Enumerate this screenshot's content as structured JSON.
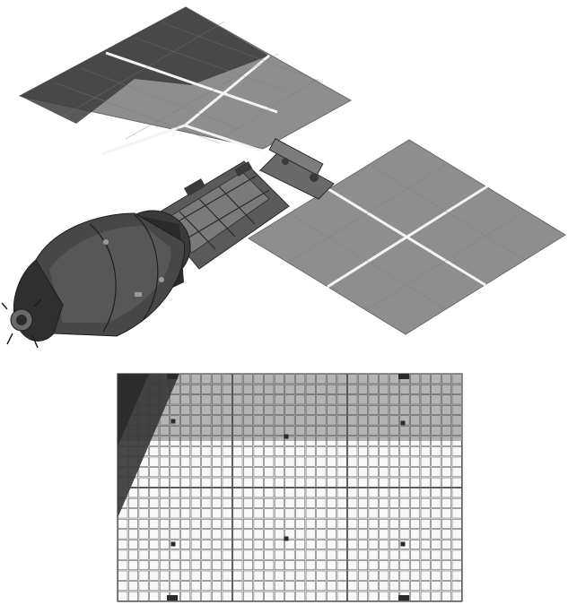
{
  "figure": {
    "top_view": "spacecraft-3d-view",
    "bottom_view": "solar-array-panel-layout"
  },
  "colors": {
    "background": "#ffffff",
    "panel_face": "#8e8e8e",
    "panel_shadow": "#3c3c3c",
    "panel_gap": "#f4f4f4",
    "hull_dark": "#2b2b2b",
    "hull_mid": "#5a5a5a",
    "hull_light": "#9a9a9a",
    "grid_line": "#4a4a4a",
    "grid_fill_top": "#b4b4b4",
    "grid_fill_bottom": "#f8f8f8",
    "grid_dark_region": "#3a3a3a"
  },
  "panel_layout": {
    "columns": 3,
    "rows": 2,
    "dark_cells_row_fraction": 0.3,
    "cell_columns_per_panel": 11,
    "cell_rows_per_panel": 11
  }
}
